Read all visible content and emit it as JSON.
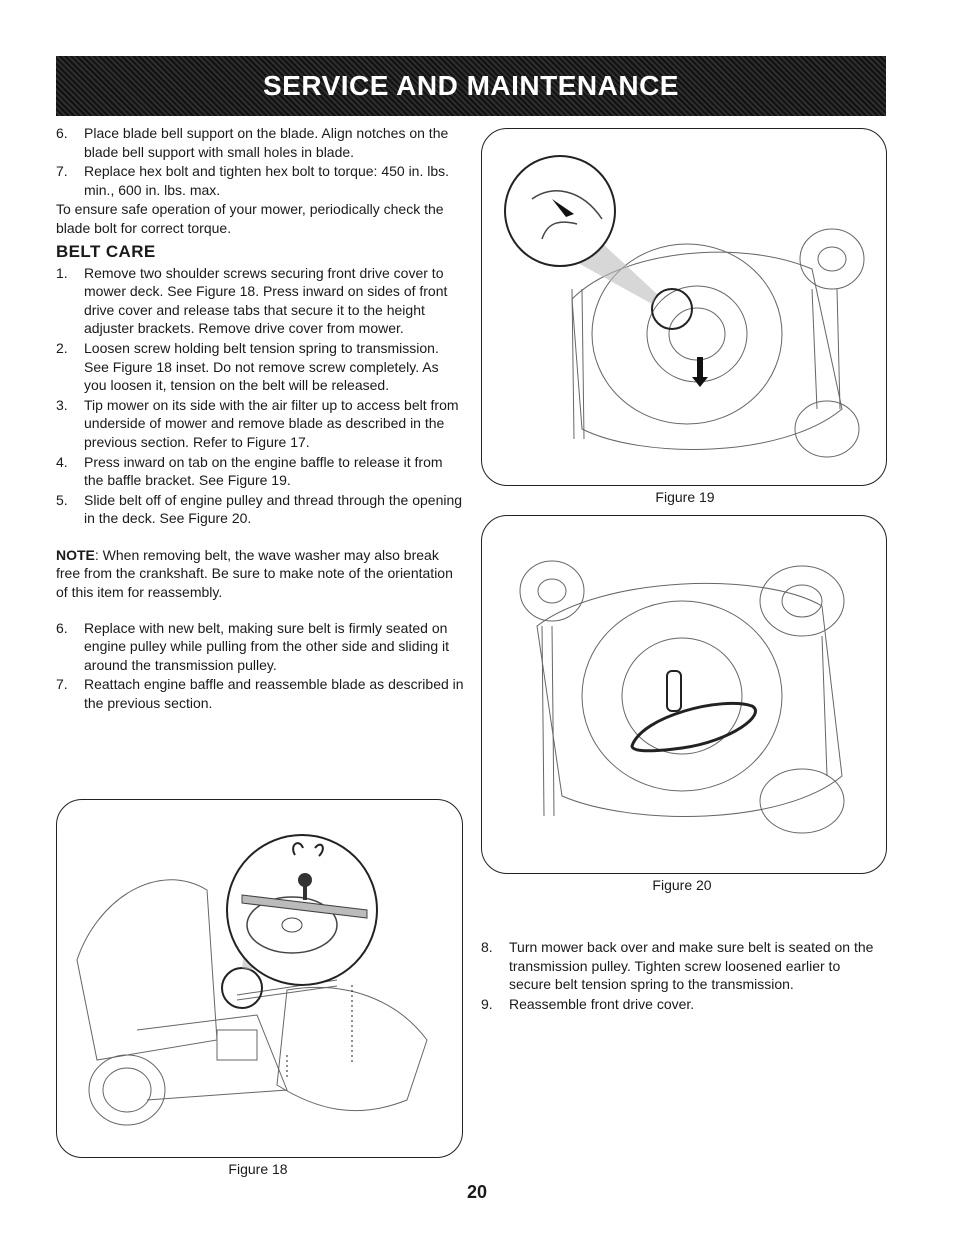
{
  "header": {
    "title": "SERVICE AND MAINTENANCE"
  },
  "intro_steps": [
    {
      "num": "6.",
      "text": "Place blade bell support on the blade. Align notches on the blade bell support with small holes in blade."
    },
    {
      "num": "7.",
      "text": "Replace hex bolt and tighten hex bolt to torque: 450 in. lbs. min., 600 in. lbs. max."
    }
  ],
  "intro_para": "To ensure safe operation of your mower, periodically check the blade bolt for correct torque.",
  "belt_care": {
    "heading": "BELT CARE",
    "steps": [
      {
        "num": "1.",
        "text": "Remove two shoulder screws securing front drive cover to mower deck. See Figure 18. Press inward on sides of front drive cover and release tabs that secure it to the height adjuster brackets. Remove drive cover from mower."
      },
      {
        "num": "2.",
        "text": "Loosen screw holding belt tension spring to transmission. See Figure 18 inset. Do not remove screw completely. As you loosen it, tension on the belt will be released."
      },
      {
        "num": "3.",
        "text": "Tip mower on its side with the air filter up to access belt from underside of mower and remove blade as described in the previous section. Refer to Figure 17."
      },
      {
        "num": "4.",
        "text": "Press inward on tab on the engine baffle to release it from the baffle bracket. See Figure 19."
      },
      {
        "num": "5.",
        "text": "Slide belt off of engine pulley and thread through the opening in the deck. See Figure 20."
      }
    ],
    "note_label": "NOTE",
    "note_text": ": When removing belt, the wave washer may also break free from the crankshaft. Be sure to make note of the orientation of this item for reassembly.",
    "steps2": [
      {
        "num": "6.",
        "text": "Replace with new belt, making sure belt is firmly seated on engine pulley while pulling from the other side and sliding it around the transmission pulley."
      },
      {
        "num": "7.",
        "text": "Reattach engine baffle and reassemble blade as described in the previous section."
      }
    ]
  },
  "right_steps": [
    {
      "num": "8.",
      "text": "Turn mower back over and make sure belt is seated on the transmission pulley. Tighten screw loosened earlier to secure belt tension spring to the transmission."
    },
    {
      "num": "9.",
      "text": "Reassemble front drive cover."
    }
  ],
  "figures": {
    "fig18_caption": "Figure 18",
    "fig19_caption": "Figure 19",
    "fig20_caption": "Figure 20"
  },
  "page_number": "20"
}
